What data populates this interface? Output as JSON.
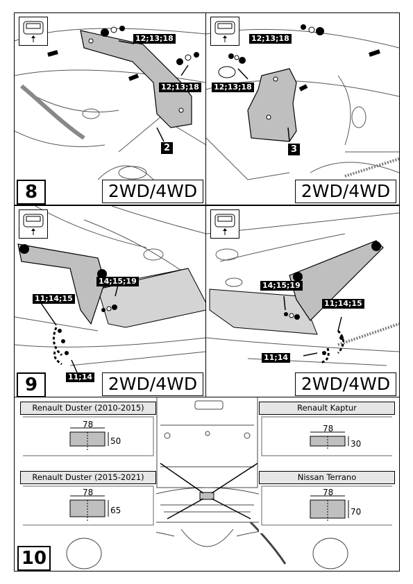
{
  "steps": [
    {
      "number": "8",
      "variant": "2WD/4WD",
      "left_callouts": [
        "12;13;18",
        "12;13;18"
      ],
      "left_part": "2",
      "right_callouts": [
        "12;13;18",
        "12;13;18"
      ],
      "right_part": "3"
    },
    {
      "number": "9",
      "variant": "2WD/4WD",
      "left_callouts": [
        "14;15;19",
        "11;14;15",
        "11;14"
      ],
      "right_callouts": [
        "14;15;19",
        "11;14;15",
        "11;14"
      ]
    },
    {
      "number": "10",
      "models": [
        {
          "name": "Renault Duster (2010-2015)",
          "width": "78",
          "height": "50"
        },
        {
          "name": "Renault Kaptur",
          "width": "78",
          "height": "30"
        },
        {
          "name": "Renault Duster (2015-2021)",
          "width": "78",
          "height": "65"
        },
        {
          "name": "Nissan Terrano",
          "width": "78",
          "height": "70"
        }
      ]
    }
  ],
  "icons": {
    "car": "car-front-icon"
  }
}
